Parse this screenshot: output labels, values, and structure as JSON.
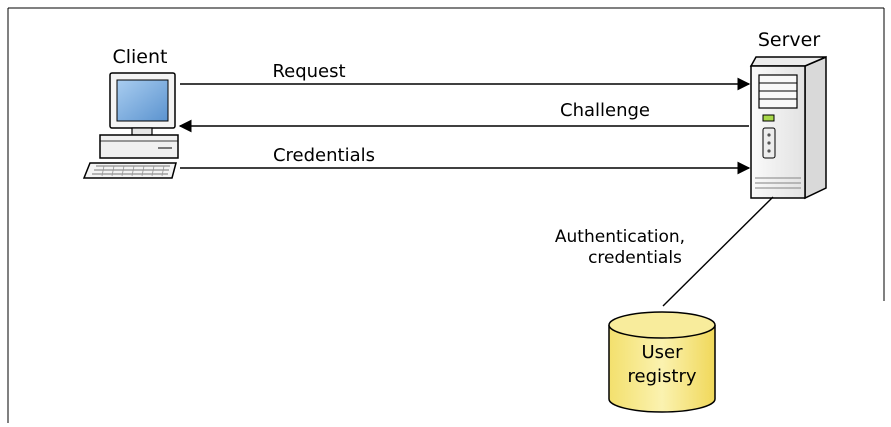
{
  "diagram": {
    "nodes": {
      "client": {
        "label": "Client"
      },
      "server": {
        "label": "Server"
      },
      "registry": {
        "label_line1": "User",
        "label_line2": "registry"
      }
    },
    "messages": {
      "request": "Request",
      "challenge": "Challenge",
      "credentials": "Credentials"
    },
    "registry_link": {
      "label_line1": "Authentication,",
      "label_line2": "credentials"
    }
  },
  "colors": {
    "line": "#000000",
    "screen": "#7fb2e6",
    "registry_fill": "#f7e98b",
    "computer_body": "#f4f4f4",
    "server_body": "#f6f6f6",
    "server_indicator": "#a8d84a"
  }
}
